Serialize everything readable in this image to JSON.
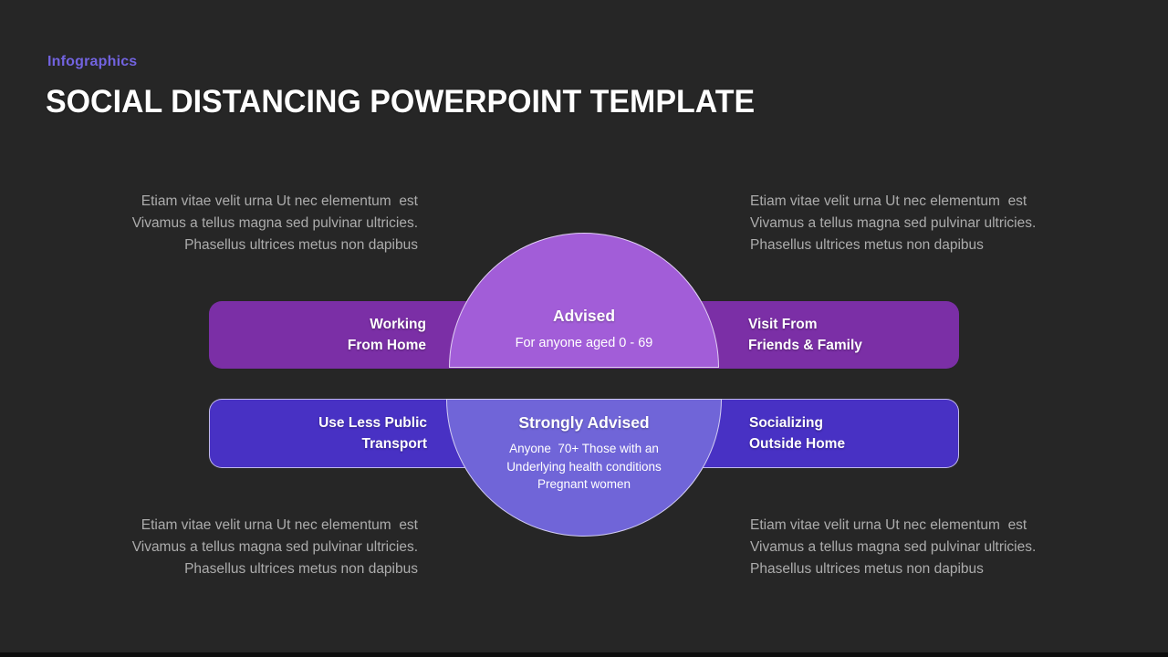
{
  "slide": {
    "eyebrow": "Infographics",
    "title": "SOCIAL DISTANCING POWERPOINT TEMPLATE"
  },
  "paragraphs": {
    "top_left": "Etiam vitae velit urna Ut nec elementum  est\nVivamus a tellus magna sed pulvinar ultricies.\nPhasellus ultrices metus non dapibus",
    "top_right": "Etiam vitae velit urna Ut nec elementum  est\nVivamus a tellus magna sed pulvinar ultricies.\nPhasellus ultrices metus non dapibus",
    "bottom_left": "Etiam vitae velit urna Ut nec elementum  est\nVivamus a tellus magna sed pulvinar ultricies.\nPhasellus ultrices metus non dapibus",
    "bottom_right": "Etiam vitae velit urna Ut nec elementum  est\nVivamus a tellus magna sed pulvinar ultricies.\nPhasellus ultrices metus non dapibus"
  },
  "rows": {
    "advised": {
      "left_label": "Working\nFrom Home",
      "right_label": "Visit From\nFriends & Family",
      "badge_title": "Advised",
      "badge_text": "For anyone aged 0 - 69"
    },
    "strongly_advised": {
      "left_label": "Use Less Public\nTransport",
      "right_label": "Socializing\nOutside Home",
      "badge_title": "Strongly Advised",
      "badge_text": "Anyone  70+ Those with an\nUnderlying health conditions\nPregnant women"
    }
  },
  "colors": {
    "background": "#262626",
    "eyebrow_text": "#7263DF",
    "title_text": "#FFFFFF",
    "paragraph_text": "#ACACAC",
    "advised_bar": "#7B2FA6",
    "advised_badge": "#A25DD8",
    "strongly_advised_bar": "#4831C4",
    "strongly_advised_badge": "#7065D8"
  }
}
